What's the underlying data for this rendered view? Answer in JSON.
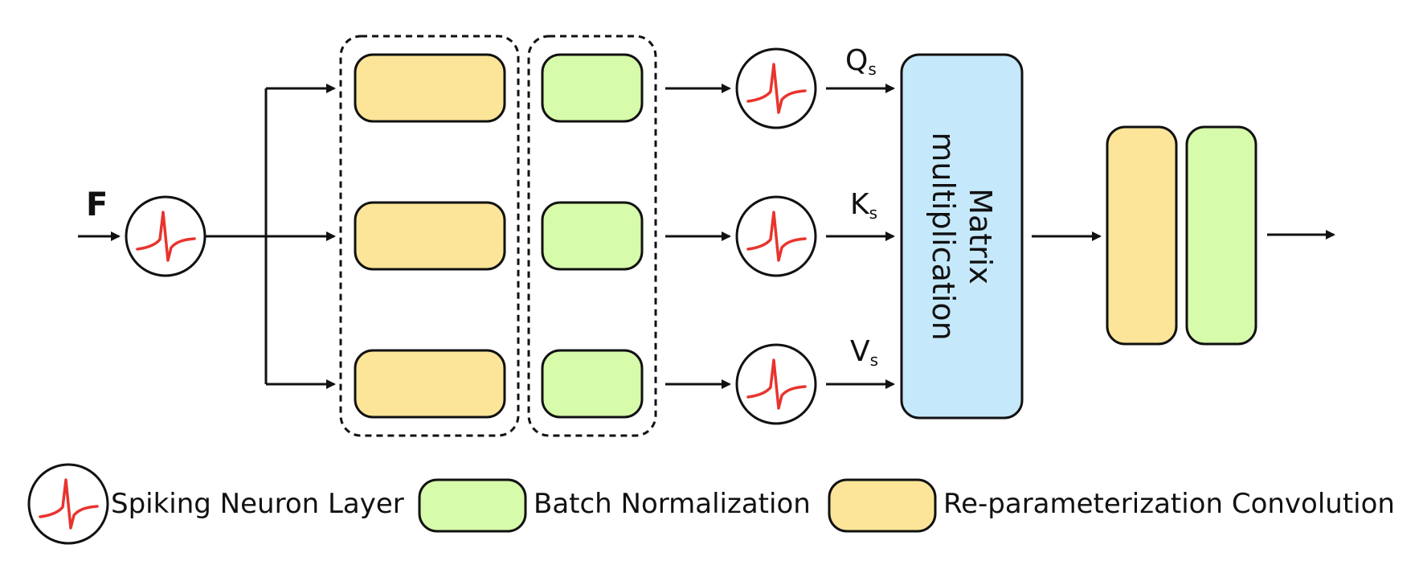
{
  "input": {
    "label": "F"
  },
  "branches": [
    {
      "label": "Q",
      "subscript": "s"
    },
    {
      "label": "K",
      "subscript": "s"
    },
    {
      "label": "V",
      "subscript": "s"
    }
  ],
  "matrix": {
    "line1": "Matrix",
    "line2": "multiplication"
  },
  "legend": {
    "spiking": "Spiking Neuron Layer",
    "batch_norm": "Batch Normalization",
    "reparam_conv": "Re-parameterization Convolution"
  },
  "colors": {
    "conv_fill": "#FCE598",
    "bn_fill": "#D6FBAA",
    "matrix_fill": "#C6E8FB",
    "spike": "#E8342E",
    "stroke": "#111111"
  },
  "icons": [
    "spike-neuron-icon",
    "arrow-icon"
  ]
}
